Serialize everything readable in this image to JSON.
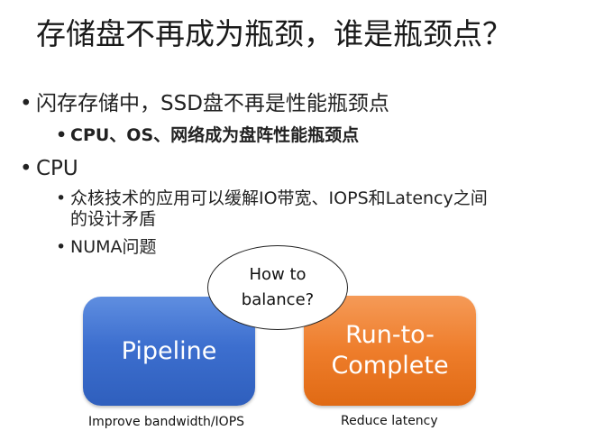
{
  "title": "存储盘不再成为瓶颈，谁是瓶颈点？",
  "bullet_glyph": "•",
  "bullets": [
    {
      "text": "闪存存储中，SSD盘不再是性能瓶颈点",
      "sub": [
        {
          "text": "CPU、OS、网络成为盘阵性能瓶颈点"
        }
      ]
    },
    {
      "text": "CPU",
      "sub": [
        {
          "line1": "众核技术的应用可以缓解IO带宽、IOPS和Latency之间",
          "line2": "的设计矛盾"
        },
        {
          "text": "NUMA问题"
        }
      ]
    }
  ],
  "diagram": {
    "left_box": {
      "label": "Pipeline",
      "caption": "Improve bandwidth/IOPS",
      "color": "#3d6fcf"
    },
    "right_box": {
      "line1": "Run-to-",
      "line2": "Complete",
      "caption": "Reduce latency",
      "color": "#ee7d2b"
    },
    "oval": {
      "line1": "How to",
      "line2": "balance?"
    }
  }
}
